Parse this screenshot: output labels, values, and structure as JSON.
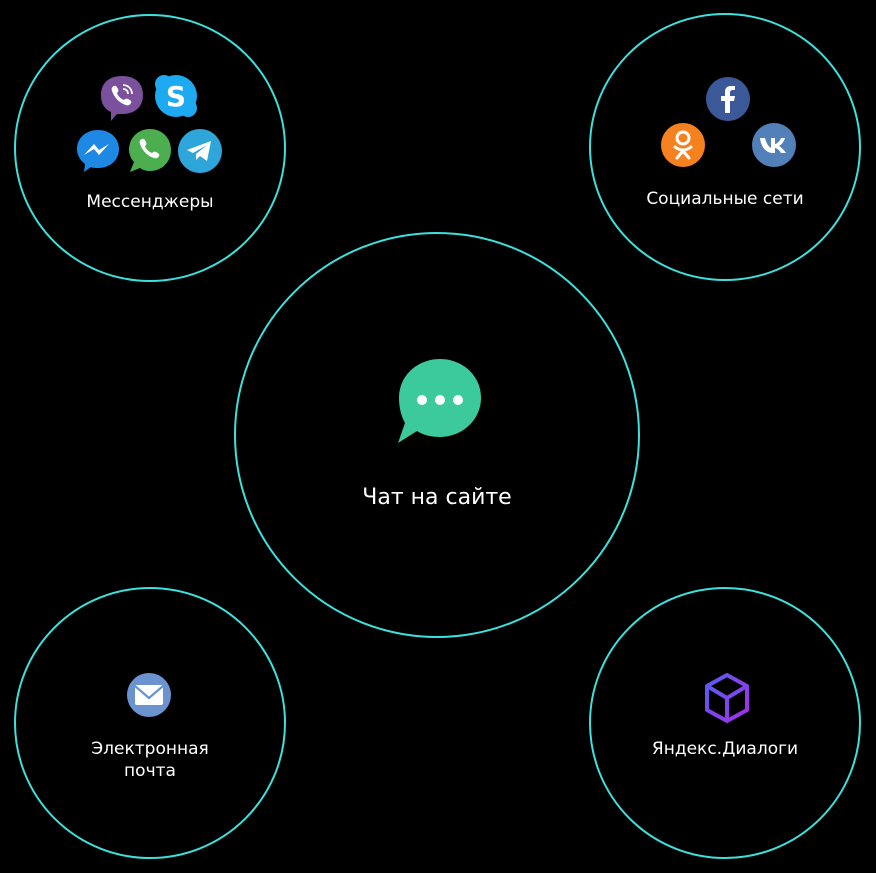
{
  "nodes": {
    "messengers": {
      "label": "Мессенджеры"
    },
    "social": {
      "label": "Социальные сети"
    },
    "chat": {
      "label": "Чат на сайте"
    },
    "email": {
      "label_line1": "Электронная",
      "label_line2": "почта"
    },
    "yandex": {
      "label": "Яндекс.Диалоги"
    }
  },
  "icons": {
    "messengers": [
      "viber-icon",
      "skype-icon",
      "messenger-icon",
      "whatsapp-icon",
      "telegram-icon"
    ],
    "social": [
      "facebook-icon",
      "odnoklassniki-icon",
      "vk-icon"
    ],
    "chat": "chat-bubble-icon",
    "email": "envelope-icon",
    "yandex": "yandex-dialogs-cube-icon"
  },
  "colors": {
    "ring": "#3ee0dc",
    "background": "#000000",
    "chat_bubble": "#3cc99b",
    "viber": "#7b519d",
    "skype": "#1eaaf1",
    "messenger": "#1e88e5",
    "whatsapp": "#4cae4f",
    "telegram": "#2ea6da",
    "facebook": "#3b5998",
    "odnoklassniki": "#f5821f",
    "vk": "#5181b8",
    "email": "#6b93cf",
    "yandex_cube": "#7b3fe4"
  }
}
